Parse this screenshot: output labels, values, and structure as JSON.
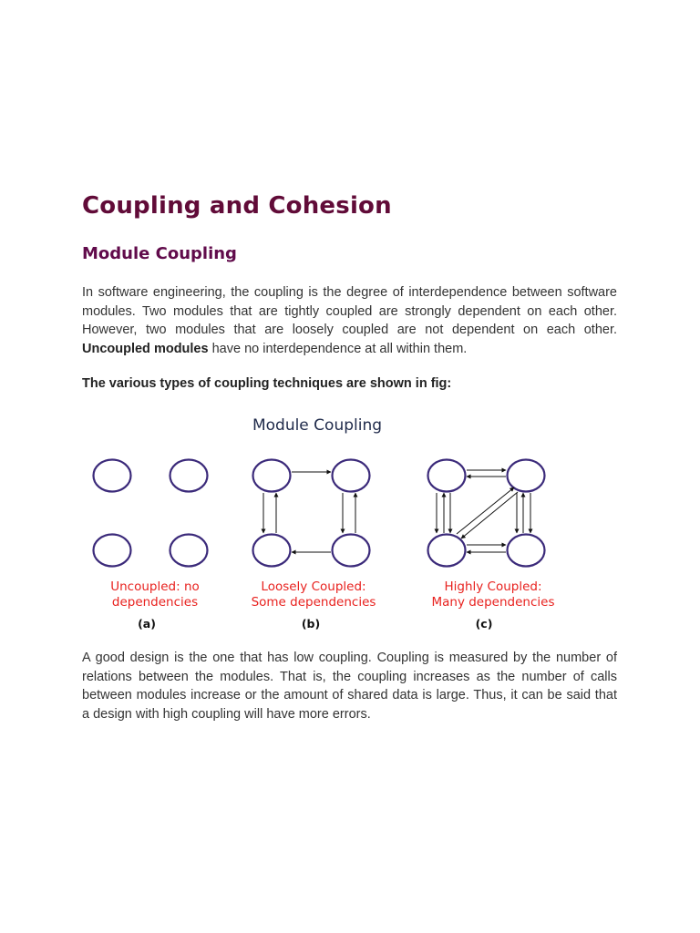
{
  "article": {
    "title": "Coupling and Cohesion",
    "section_heading": "Module Coupling",
    "intro": {
      "part1": "In software engineering, the coupling is the degree of interdependence between software modules. Two modules that are tightly coupled are strongly dependent on each other. However, two modules that are loosely coupled are not dependent on each other. ",
      "bold": "Uncoupled modules",
      "part2": " have no interdependence at all within them."
    },
    "figure_caption": "The various types of coupling techniques are shown in fig:",
    "paragraph2": "A good design is the one that has low coupling. Coupling is measured by the number of relations between the modules. That is, the coupling increases as the number of calls between modules increase or the amount of shared data is large. Thus, it can be said that a design with high coupling will have more errors."
  },
  "diagram": {
    "title": "Module Coupling",
    "colors": {
      "node_stroke": "#3b2a7a",
      "label": "#e8221f",
      "arrow": "#111111",
      "title": "#1f2a4a"
    },
    "panels": [
      {
        "label_line1": "Uncoupled: no",
        "label_line2": "dependencies",
        "letter": "(a)"
      },
      {
        "label_line1": "Loosely Coupled:",
        "label_line2": "Some dependencies",
        "letter": "(b)"
      },
      {
        "label_line1": "Highly Coupled:",
        "label_line2": "Many dependencies",
        "letter": "(c)"
      }
    ]
  }
}
